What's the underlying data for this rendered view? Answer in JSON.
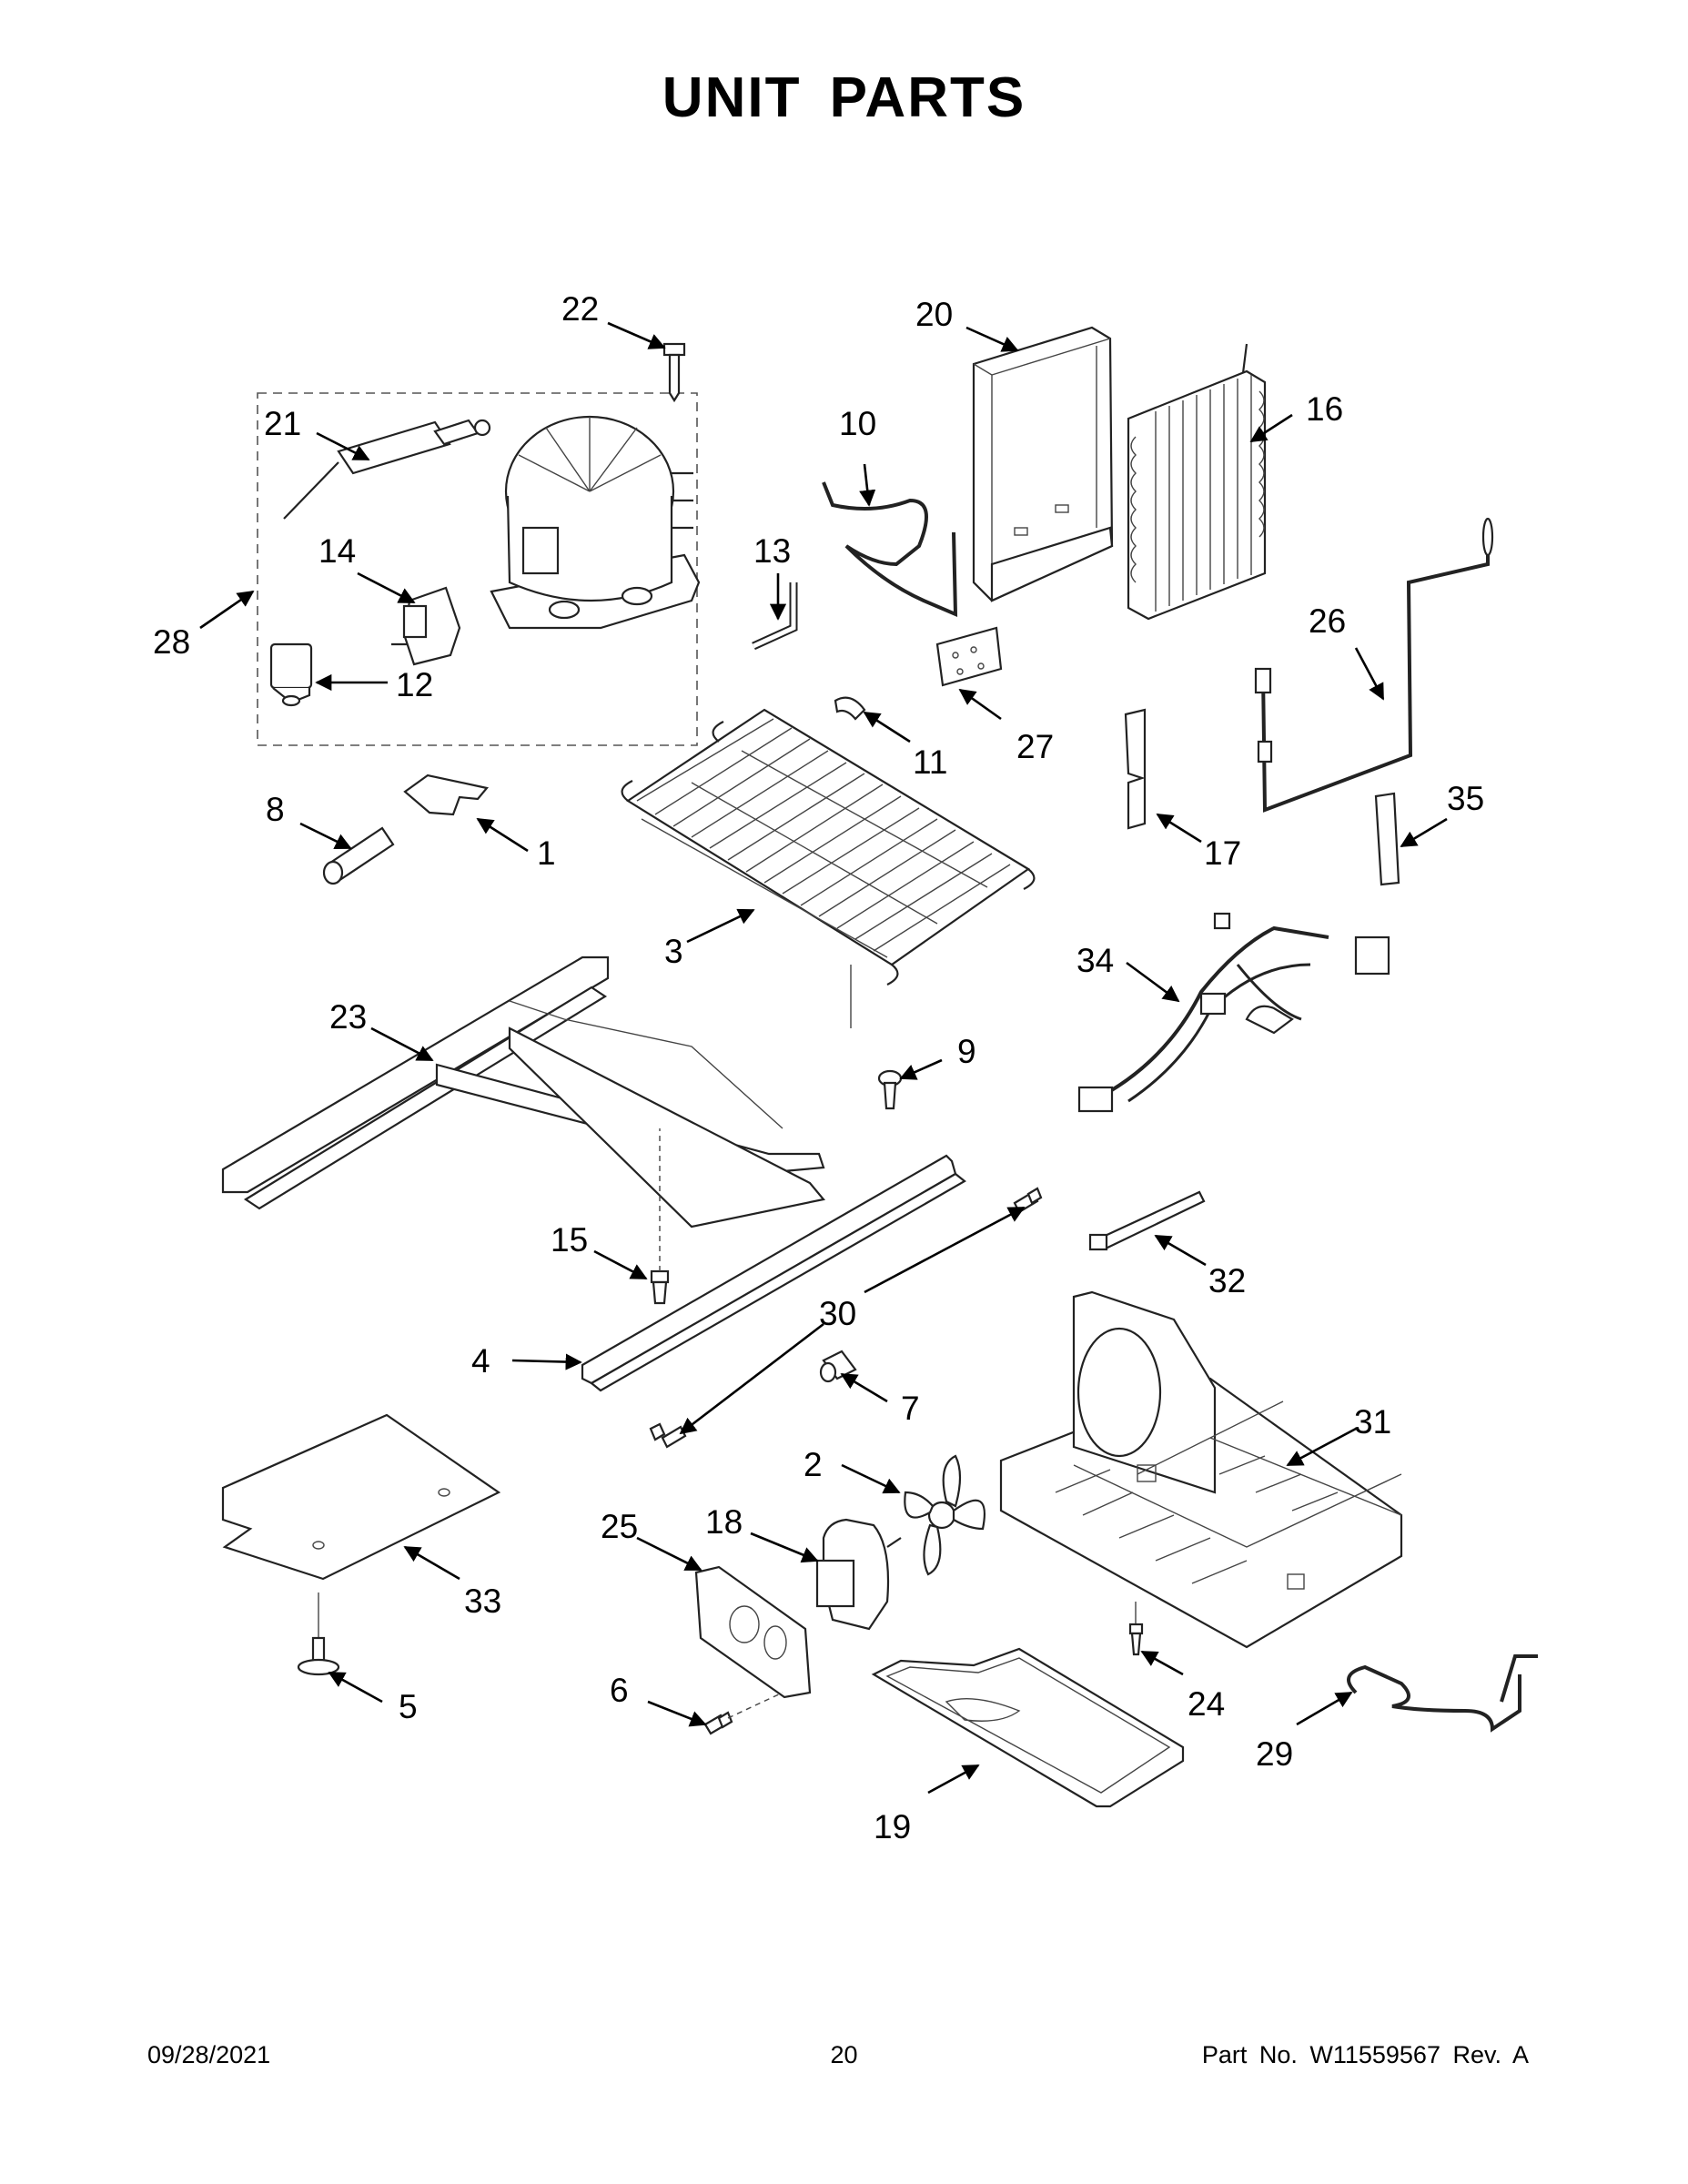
{
  "page_title": "UNIT PARTS",
  "footer": {
    "date": "09/28/2021",
    "page_number": "20",
    "part_number": "Part No.  W11559567  Rev.  A"
  },
  "callouts": [
    "1",
    "2",
    "3",
    "4",
    "5",
    "6",
    "7",
    "8",
    "9",
    "10",
    "11",
    "12",
    "13",
    "14",
    "15",
    "16",
    "17",
    "18",
    "19",
    "20",
    "21",
    "22",
    "23",
    "24",
    "25",
    "26",
    "27",
    "28",
    "29",
    "30",
    "31",
    "32",
    "33",
    "34",
    "35"
  ],
  "callout_30_repeat": "30"
}
